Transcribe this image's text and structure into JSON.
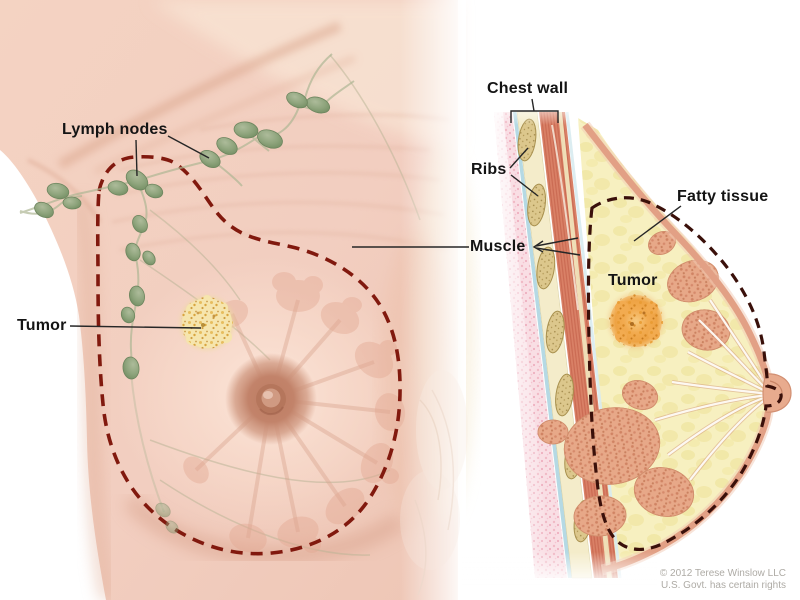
{
  "figure": {
    "type": "medical-illustration",
    "subject": "Breast anatomy with tumor, frontal view and cross-section"
  },
  "panels": {
    "frontal": {
      "labels": {
        "lymph_nodes": "Lymph nodes",
        "tumor": "Tumor"
      }
    },
    "cross_section": {
      "labels": {
        "chest_wall": "Chest wall",
        "ribs": "Ribs",
        "muscle": "Muscle",
        "fatty_tissue": "Fatty tissue",
        "tumor": "Tumor"
      }
    }
  },
  "credit": {
    "line1": "© 2012 Terese Winslow LLC",
    "line2": "U.S. Govt. has certain rights"
  },
  "colors": {
    "skin": "#f2cec0",
    "dashed_outline_left": "#81190e",
    "dashed_outline_right": "#3a100a",
    "lymph_node": "#8ea47c",
    "tumor_left": "#f6e5ad",
    "tumor_right": "#f2ab50",
    "muscle": "#d98066",
    "rib": "#dcc78c",
    "fatty_tissue": "#f7f0c0",
    "stippled_fat_pink": "#f9dee4",
    "label_text": "#141414",
    "credit_text": "#aeaba5"
  }
}
